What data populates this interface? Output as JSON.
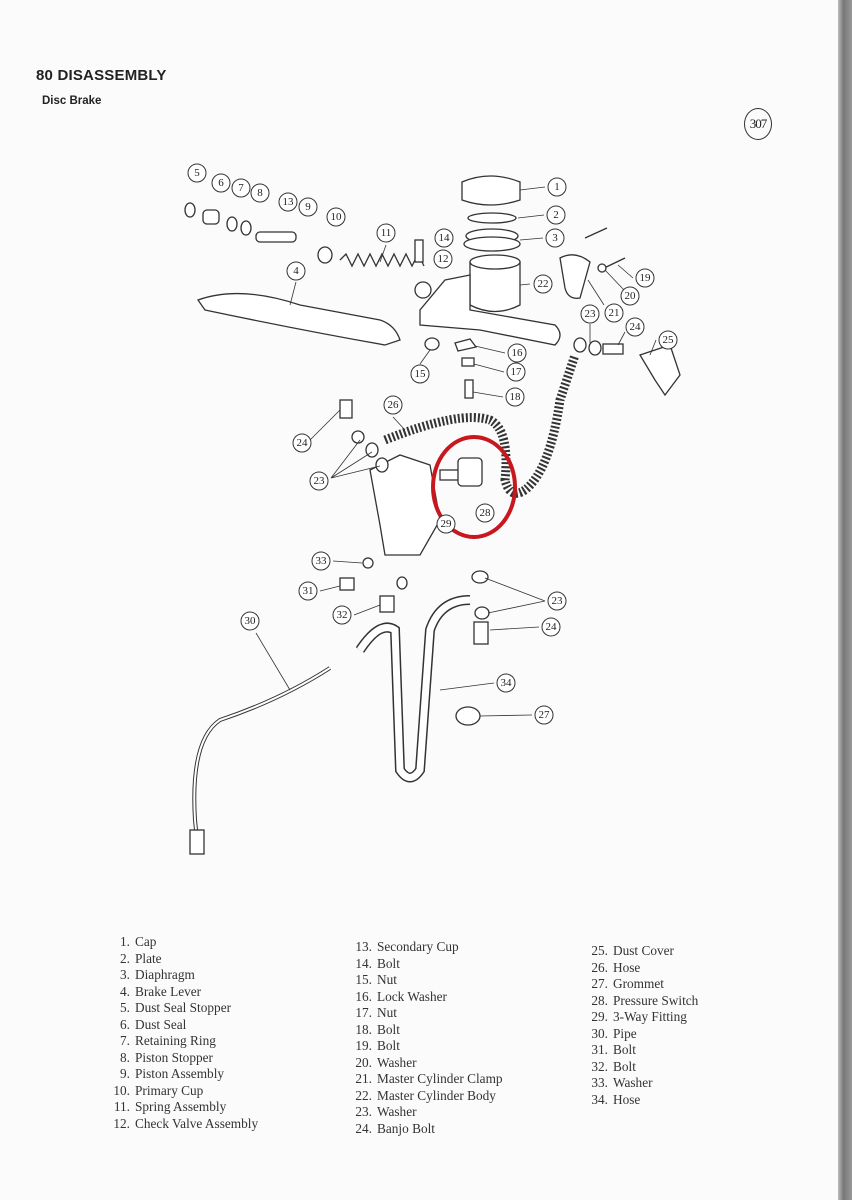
{
  "header": {
    "title": "80 DISASSEMBLY",
    "subtitle": "Disc Brake",
    "figure_number": "307"
  },
  "highlight": {
    "color": "#c8171e",
    "target_part": "28"
  },
  "callouts": [
    "1",
    "2",
    "3",
    "4",
    "5",
    "6",
    "7",
    "8",
    "9",
    "10",
    "11",
    "12",
    "13",
    "14",
    "15",
    "16",
    "17",
    "18",
    "19",
    "20",
    "21",
    "22",
    "23",
    "24",
    "25",
    "26",
    "27",
    "28",
    "29",
    "30",
    "31",
    "32",
    "33",
    "34"
  ],
  "legend": {
    "col1": [
      [
        "1.",
        "Cap"
      ],
      [
        "2.",
        "Plate"
      ],
      [
        "3.",
        "Diaphragm"
      ],
      [
        "4.",
        "Brake Lever"
      ],
      [
        "5.",
        "Dust Seal Stopper"
      ],
      [
        "6.",
        "Dust Seal"
      ],
      [
        "7.",
        "Retaining Ring"
      ],
      [
        "8.",
        "Piston Stopper"
      ],
      [
        "9.",
        "Piston Assembly"
      ],
      [
        "10.",
        "Primary Cup"
      ],
      [
        "11.",
        "Spring Assembly"
      ],
      [
        "12.",
        "Check Valve Assembly"
      ]
    ],
    "col2": [
      [
        "13.",
        "Secondary Cup"
      ],
      [
        "14.",
        "Bolt"
      ],
      [
        "15.",
        "Nut"
      ],
      [
        "16.",
        "Lock Washer"
      ],
      [
        "17.",
        "Nut"
      ],
      [
        "18.",
        "Bolt"
      ],
      [
        "19.",
        "Bolt"
      ],
      [
        "20.",
        "Washer"
      ],
      [
        "21.",
        "Master Cylinder Clamp"
      ],
      [
        "22.",
        "Master Cylinder Body"
      ],
      [
        "23.",
        "Washer"
      ],
      [
        "24.",
        "Banjo Bolt"
      ]
    ],
    "col3": [
      [
        "25.",
        "Dust Cover"
      ],
      [
        "26.",
        "Hose"
      ],
      [
        "27.",
        "Grommet"
      ],
      [
        "28.",
        "Pressure Switch"
      ],
      [
        "29.",
        "3-Way Fitting"
      ],
      [
        "30.",
        "Pipe"
      ],
      [
        "31.",
        "Bolt"
      ],
      [
        "32.",
        "Bolt"
      ],
      [
        "33.",
        "Washer"
      ],
      [
        "34.",
        "Hose"
      ]
    ]
  }
}
